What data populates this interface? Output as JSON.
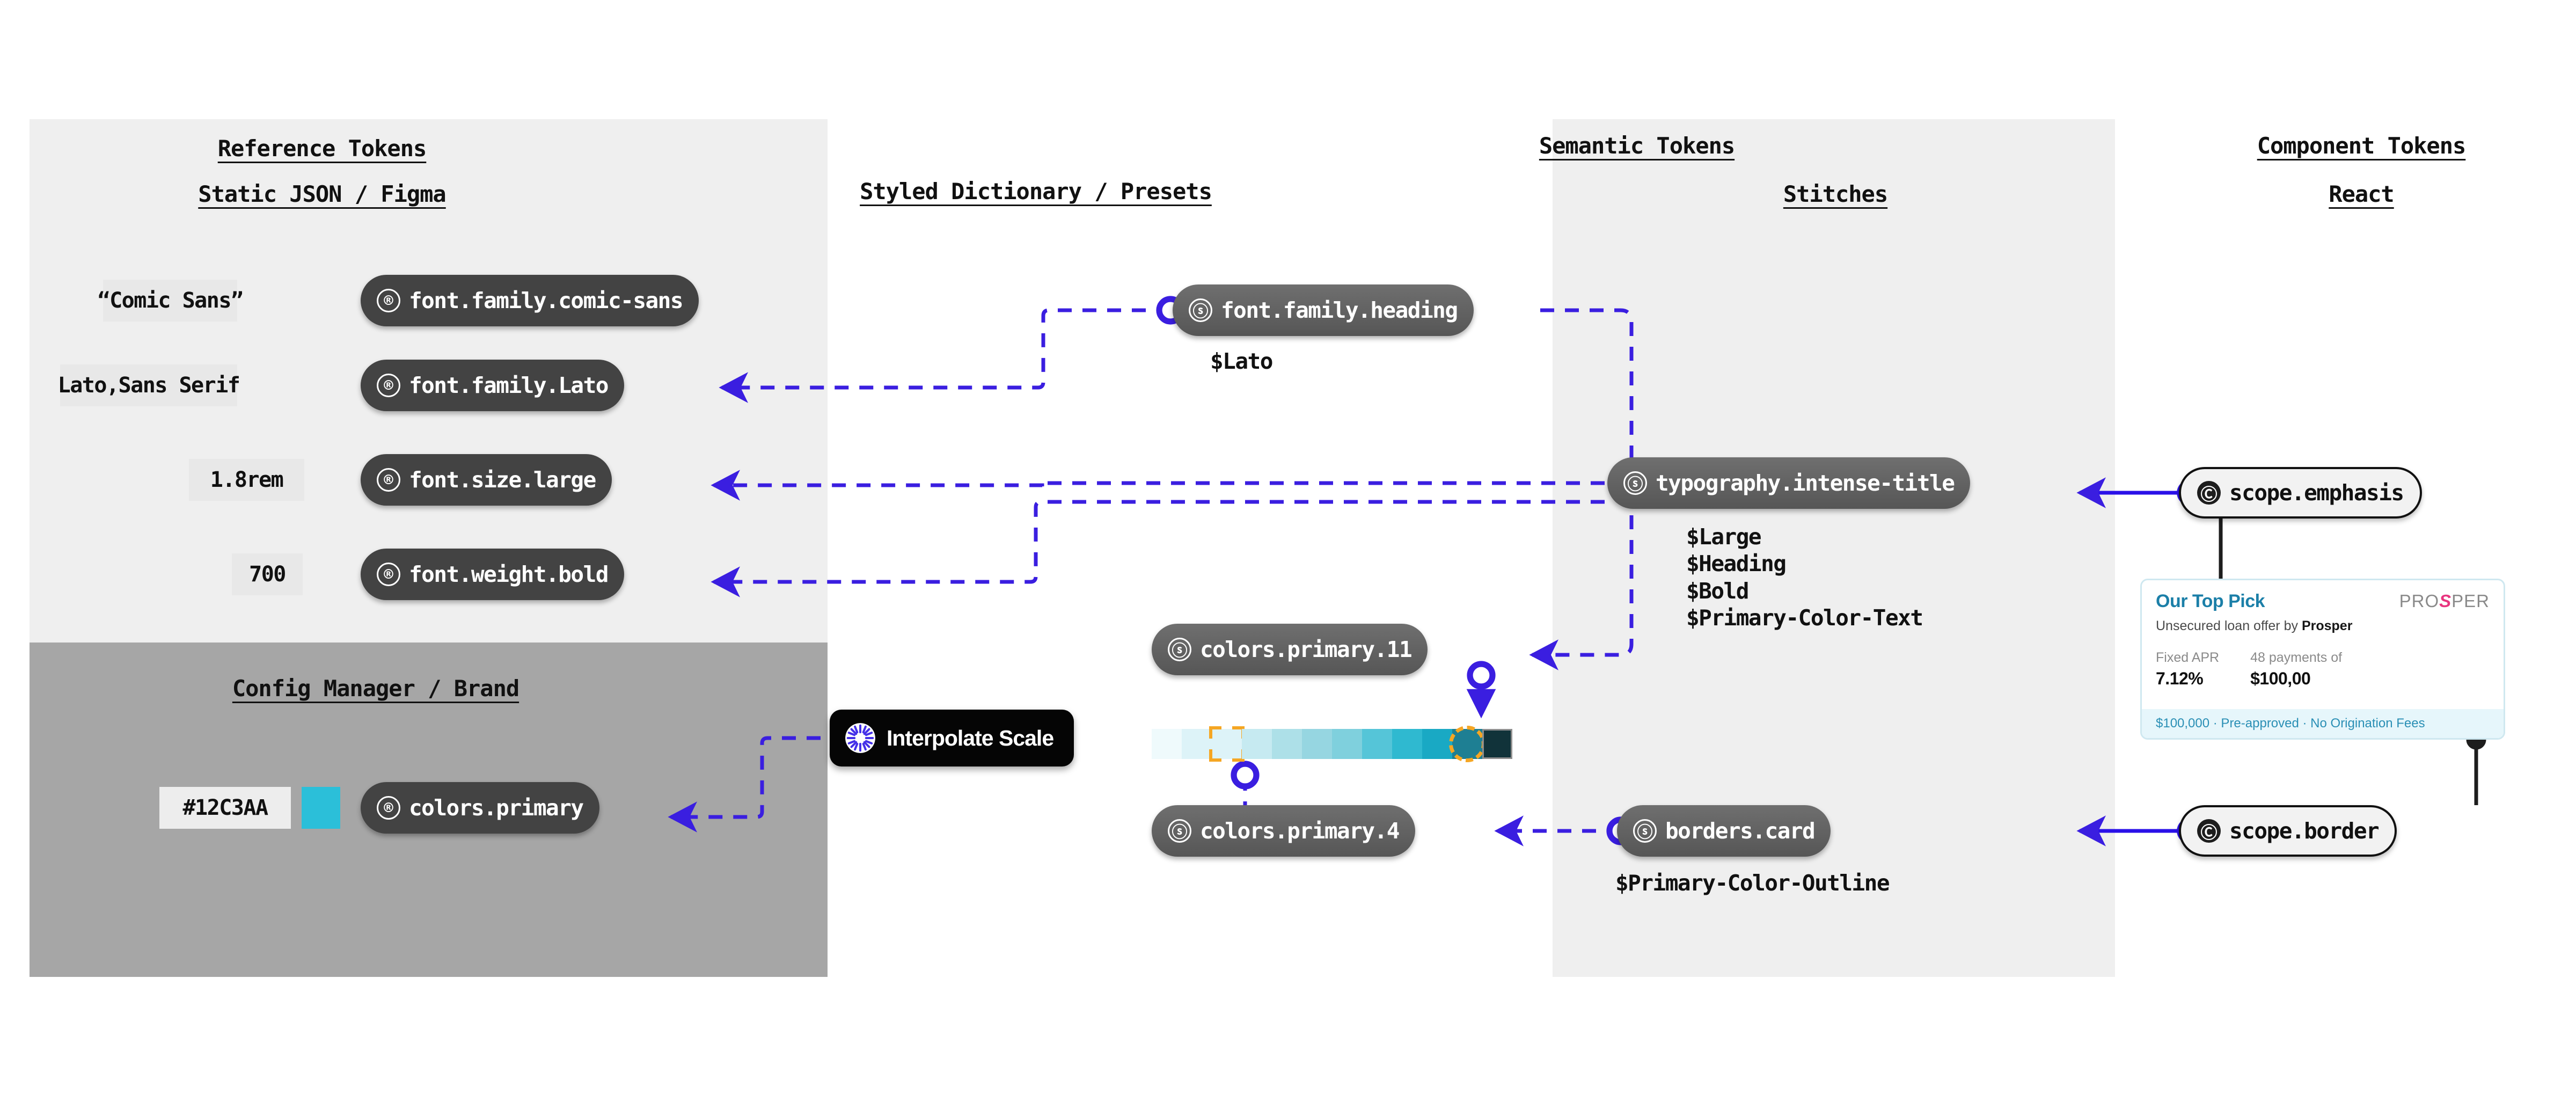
{
  "columns": {
    "reference": {
      "title": "Reference Tokens",
      "source": "Static JSON / Figma"
    },
    "brand": {
      "title": "Config Manager / Brand"
    },
    "middle": {
      "source": "Styled Dictionary / Presets"
    },
    "semantic": {
      "title": "Semantic Tokens",
      "source": "Stitches"
    },
    "component": {
      "title": "Component Tokens",
      "source": "React"
    }
  },
  "reference_tokens": [
    {
      "value": "“Comic Sans”",
      "name": "font.family.comic-sans",
      "badge": "®"
    },
    {
      "value": "Lato,Sans Serif",
      "name": "font.family.Lato",
      "badge": "®"
    },
    {
      "value": "1.8rem",
      "name": "font.size.large",
      "badge": "®"
    },
    {
      "value": "700",
      "name": "font.weight.bold",
      "badge": "®"
    }
  ],
  "brand_token": {
    "value": "#12C3AA",
    "swatch": "#2BBFD9",
    "name": "colors.primary",
    "badge": "®"
  },
  "semantic_tokens": [
    {
      "name": "font.family.heading",
      "badge": "ⓢ",
      "caption": "$Lato"
    },
    {
      "name": "typography.intense-title",
      "badge": "ⓢ",
      "caption": "$Large\n$Heading\n$Bold\n$Primary-Color-Text"
    },
    {
      "name": "colors.primary.11",
      "badge": "ⓢ",
      "caption": ""
    },
    {
      "name": "colors.primary.4",
      "badge": "ⓢ",
      "caption": ""
    },
    {
      "name": "borders.card",
      "badge": "ⓢ",
      "caption": "$Primary-Color-Outline"
    }
  ],
  "component_tokens": [
    {
      "name": "scope.emphasis",
      "badge": "Ⓒ"
    },
    {
      "name": "scope.border",
      "badge": "Ⓒ"
    }
  ],
  "interpolate_button": {
    "label": "Interpolate Scale",
    "icon": "burst-icon"
  },
  "color_ramp": {
    "swatches": [
      "#effafc",
      "#ddf3f8",
      "#ddf3f8",
      "#c6eaf1",
      "#ade0e8",
      "#96d6e1",
      "#7fd0dd",
      "#55c5d8",
      "#2fb9d0",
      "#19a9c4",
      "#1e7f93",
      "#11333a"
    ],
    "selected_bracket_index": 2,
    "selected_circle_index": 10
  },
  "prosper_card": {
    "pick_label": "Our Top Pick",
    "logo_pre": "PRO",
    "logo_mark": "S",
    "logo_post": "PER",
    "subtitle_pre": "Unsecured loan offer by ",
    "subtitle_brand": "Prosper",
    "stats": [
      {
        "key": "Fixed APR",
        "value": "7.12%"
      },
      {
        "key": "48 payments of",
        "value": "$100,00"
      }
    ],
    "footer": "$100,000 · Pre-approved · No Origination Fees"
  },
  "colors": {
    "panel_light": "#efefef",
    "panel_gray": "#a6a6a6",
    "wire": "#3a1ee0",
    "wire_solid": "#2a10e8",
    "accent_orange": "#f5a623",
    "card_border": "#cfe8f0"
  }
}
